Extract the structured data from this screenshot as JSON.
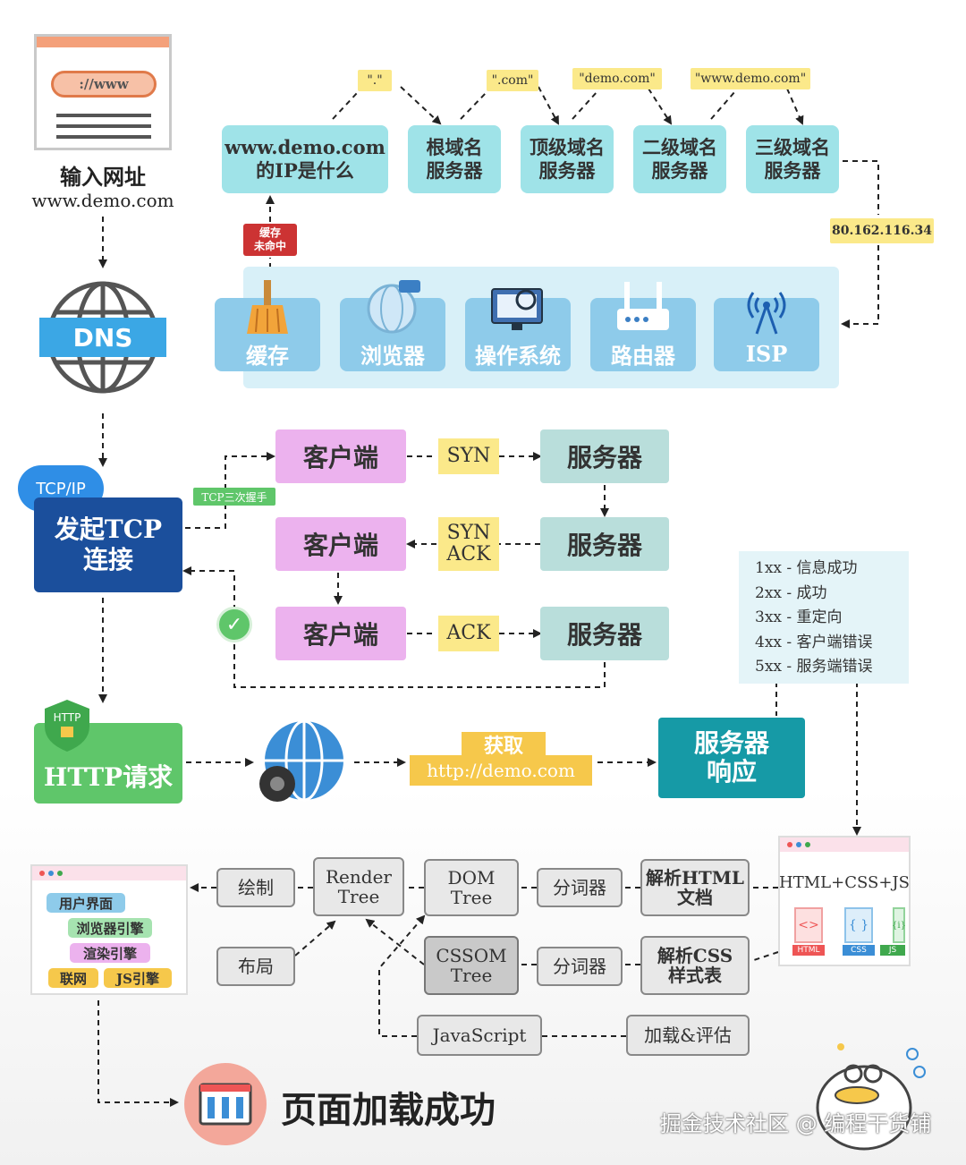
{
  "input": {
    "title": "输入网址",
    "url": "www.demo.com",
    "browser_text": "://www"
  },
  "dns": {
    "label": "DNS",
    "question": "www.demo.com\n的IP是什么",
    "servers": [
      "根域名\n服务器",
      "顶级域名\n服务器",
      "二级域名\n服务器",
      "三级域名\n服务器"
    ],
    "queries": [
      "\".\"",
      "\".com\"",
      "\"demo.com\"",
      "\"www.demo.com\""
    ],
    "answer_ip": "80.162.116.34",
    "cache_miss": "缓存\n未命中",
    "cache_chain": [
      {
        "label": "缓存",
        "icon": "broom-icon"
      },
      {
        "label": "浏览器",
        "icon": "globe-icon"
      },
      {
        "label": "操作系统",
        "icon": "monitor-icon"
      },
      {
        "label": "路由器",
        "icon": "router-icon"
      },
      {
        "label": "ISP",
        "icon": "antenna-icon"
      }
    ]
  },
  "tcp": {
    "badge": "TCP/IP",
    "title": "发起TCP\n连接",
    "handshake_tag": "TCP三次握手",
    "client": "客户端",
    "server": "服务器",
    "messages": [
      "SYN",
      "SYN\nACK",
      "ACK"
    ]
  },
  "status_codes": [
    "1xx - 信息成功",
    "2xx - 成功",
    "3xx - 重定向",
    "4xx - 客户端错误",
    "5xx - 服务端错误"
  ],
  "http": {
    "badge": "HTTP",
    "label": "HTTP请求",
    "fetch_label": "获取",
    "fetch_url": "http://demo.com",
    "response": "服务器\n响应"
  },
  "render": {
    "resources_title": "HTML+CSS+JS",
    "file_tags": [
      "HTML",
      "CSS",
      "JS"
    ],
    "parse_html": "解析HTML\n文档",
    "parse_css": "解析CSS\n样式表",
    "tokenizer": "分词器",
    "dom_tree": "DOM\nTree",
    "cssom_tree": "CSSOM\nTree",
    "render_tree": "Render\nTree",
    "paint": "绘制",
    "layout": "布局",
    "javascript": "JavaScript",
    "load_eval": "加载&评估",
    "browser_stack": [
      "用户界面",
      "浏览器引擎",
      "渲染引擎",
      "联网",
      "JS引擎"
    ]
  },
  "final": {
    "label": "页面加载成功"
  },
  "watermark": "掘金技术社区 @ 编程干货铺",
  "colors": {
    "teal_box": "#9fe3e8",
    "yellow_label": "#fbe98a",
    "dns_blue": "#8ecbea",
    "client_pink": "#ecb2ee",
    "server_mint": "#b9dedb",
    "tcp_navy": "#1b4f9c",
    "http_green": "#5fc66a",
    "response_teal": "#169aa6",
    "fetch_yellow": "#f6c84b"
  }
}
